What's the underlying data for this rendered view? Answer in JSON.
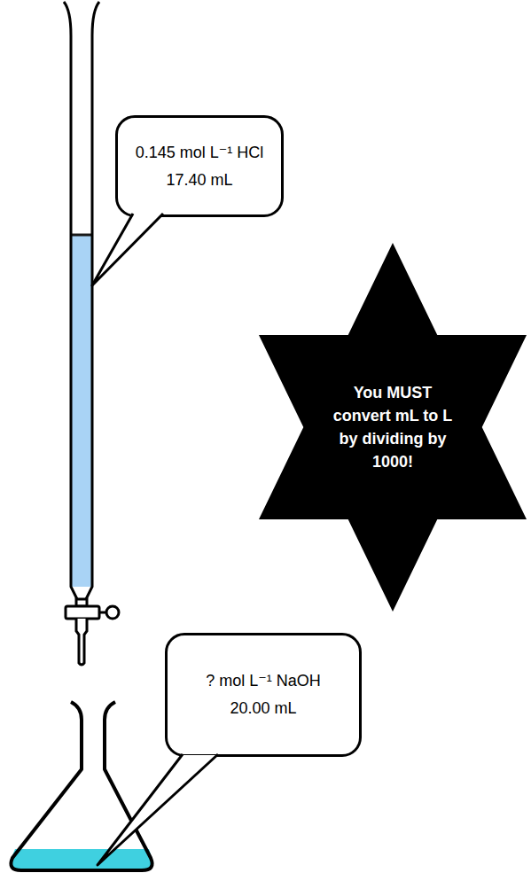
{
  "diagram": {
    "nodes": [
      {
        "text": [
          "0.145 mol L⁻¹ HCl",
          "17.40 mL"
        ]
      },
      {
        "text": [
          "You MUST convert mL to L by dividing by 1000!"
        ]
      },
      {
        "text": [
          "? mol L⁻¹ NaOH",
          "20.00 mL"
        ]
      }
    ]
  }
}
